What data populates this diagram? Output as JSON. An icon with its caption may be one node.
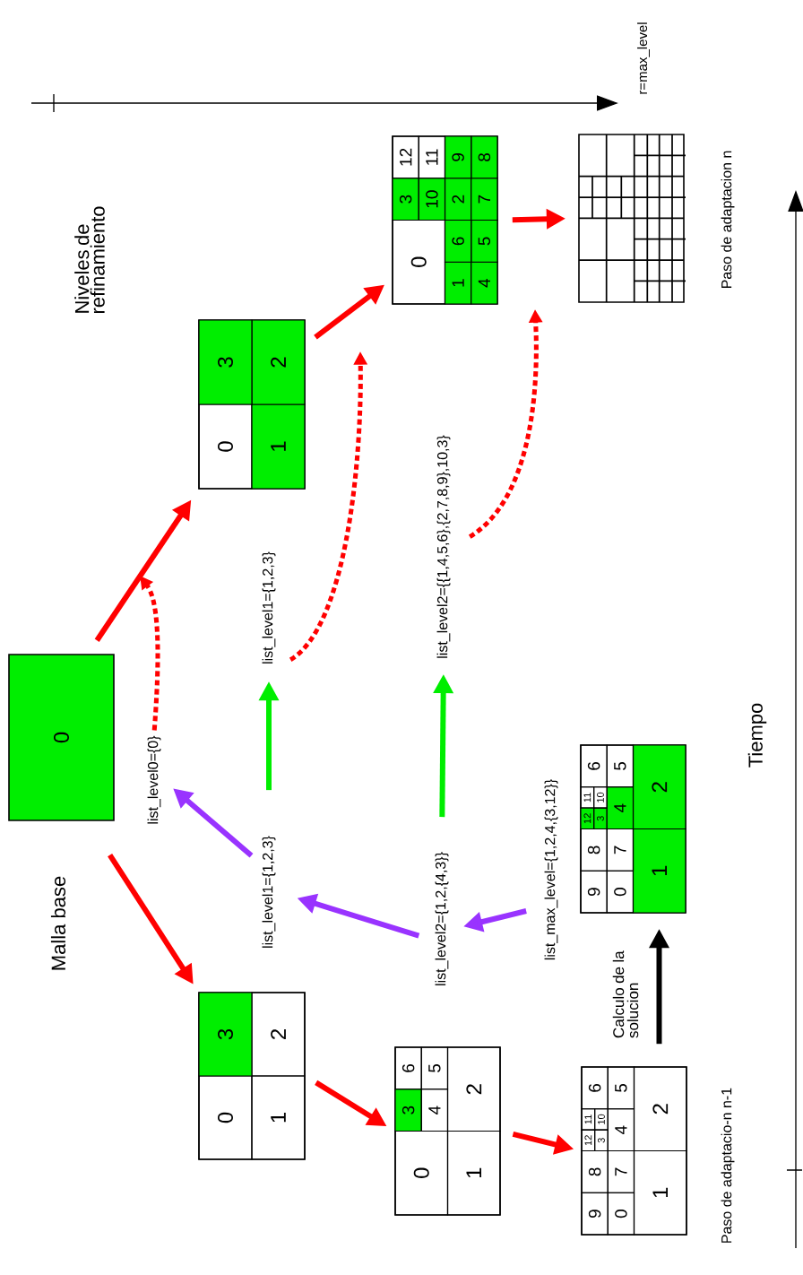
{
  "diagram": {
    "nodes": [
      {
        "text": [
          "0"
        ]
      },
      {
        "text": [],
        "shape": "box"
      },
      {
        "text": [
          "0"
        ],
        "in": 1
      },
      {
        "text": [
          "1"
        ],
        "in": 1
      },
      {
        "text": [
          "2"
        ],
        "in": 1
      },
      {
        "text": [
          "3"
        ],
        "in": 1
      },
      {
        "text": [],
        "shape": "box"
      },
      {
        "text": [
          "0"
        ],
        "in": 6
      },
      {
        "text": [
          "1"
        ],
        "in": 6
      },
      {
        "text": [
          "2"
        ],
        "in": 6
      },
      {
        "text": [
          "3"
        ],
        "in": 6
      },
      {
        "text": [],
        "shape": "box"
      },
      {
        "text": [
          "0"
        ],
        "in": 11
      },
      {
        "text": [
          "1"
        ],
        "in": 11
      },
      {
        "text": [
          "2"
        ],
        "in": 11
      },
      {
        "text": [
          "3"
        ],
        "in": 11
      },
      {
        "text": [
          "4"
        ],
        "in": 11
      },
      {
        "text": [
          "5"
        ],
        "in": 11
      },
      {
        "text": [
          "6"
        ],
        "in": 11
      },
      {
        "text": [],
        "shape": "box"
      },
      {
        "text": [
          "0"
        ],
        "in": 19
      },
      {
        "text": [
          "1"
        ],
        "in": 19
      },
      {
        "text": [
          "2"
        ],
        "in": 19
      },
      {
        "text": [
          "3"
        ],
        "in": 19
      },
      {
        "text": [
          "4"
        ],
        "in": 19
      },
      {
        "text": [
          "5"
        ],
        "in": 19
      },
      {
        "text": [
          "6"
        ],
        "in": 19
      },
      {
        "text": [
          "7"
        ],
        "in": 19
      },
      {
        "text": [
          "8"
        ],
        "in": 19
      },
      {
        "text": [
          "9"
        ],
        "in": 19
      },
      {
        "text": [
          "10"
        ],
        "in": 19
      },
      {
        "text": [
          "11"
        ],
        "in": 19
      },
      {
        "text": [
          "12"
        ],
        "in": 19
      },
      {
        "text": [],
        "shape": "box"
      },
      {
        "text": [
          "0"
        ],
        "in": 33
      },
      {
        "text": [
          "1"
        ],
        "in": 33
      },
      {
        "text": [
          "2"
        ],
        "in": 33
      },
      {
        "text": [
          "3"
        ],
        "in": 33
      },
      {
        "text": [
          "4"
        ],
        "in": 33
      },
      {
        "text": [
          "5"
        ],
        "in": 33
      },
      {
        "text": [
          "6"
        ],
        "in": 33
      },
      {
        "text": [
          "7"
        ],
        "in": 33
      },
      {
        "text": [
          "8"
        ],
        "in": 33
      },
      {
        "text": [
          "9"
        ],
        "in": 33
      },
      {
        "text": [
          "10"
        ],
        "in": 33
      },
      {
        "text": [
          "11"
        ],
        "in": 33
      },
      {
        "text": [
          "12"
        ],
        "in": 33
      },
      {
        "text": [],
        "shape": "box"
      },
      {
        "text": [
          "0"
        ],
        "in": 47
      },
      {
        "text": [
          "1"
        ],
        "in": 47
      },
      {
        "text": [
          "2"
        ],
        "in": 47
      },
      {
        "text": [
          "3"
        ],
        "in": 47
      },
      {
        "text": [
          "4"
        ],
        "in": 47
      },
      {
        "text": [
          "5"
        ],
        "in": 47
      },
      {
        "text": [
          "6"
        ],
        "in": 47
      },
      {
        "text": [
          "7"
        ],
        "in": 47
      },
      {
        "text": [
          "8"
        ],
        "in": 47
      },
      {
        "text": [
          "9"
        ],
        "in": 47
      },
      {
        "text": [
          "10"
        ],
        "in": 47
      },
      {
        "text": [
          "11"
        ],
        "in": 47
      },
      {
        "text": [
          "12"
        ],
        "in": 47
      },
      {
        "text": [],
        "shape": "box"
      },
      {
        "text": [
          "list_level0={0}"
        ]
      },
      {
        "text": [
          "list_level1={1,2,3}"
        ]
      },
      {
        "text": [
          "list_level2={1,2,{4,3}}"
        ]
      },
      {
        "text": [
          "list_max_level={1,2,4,{3,12}}"
        ]
      },
      {
        "text": [
          "list_level1={1,2,3}"
        ]
      },
      {
        "text": [
          "list_level2={{1,4,5,6},{2,7,8,9},10,3}"
        ]
      }
    ],
    "edges": [
      {
        "from": 0,
        "to": 1,
        "arrow": "to"
      },
      {
        "from": 1,
        "to": 11,
        "arrow": "to"
      },
      {
        "from": 11,
        "to": 33,
        "arrow": "to"
      },
      {
        "from": 0,
        "to": 6,
        "arrow": "to"
      },
      {
        "from": 6,
        "to": 19,
        "arrow": "to"
      },
      {
        "from": 19,
        "to": 61,
        "arrow": "to"
      },
      {
        "from": 33,
        "to": 47,
        "arrow": "to",
        "label": "Calculo de la solucion",
        "color": "#000000"
      },
      {
        "from": 65,
        "to": 64,
        "arrow": "to",
        "color": "#9933ff"
      },
      {
        "from": 64,
        "to": 63,
        "arrow": "to",
        "color": "#9933ff"
      },
      {
        "from": 63,
        "to": 62,
        "arrow": "to",
        "color": "#9933ff"
      },
      {
        "from": 63,
        "to": 66,
        "arrow": "to",
        "color": "#00ee00"
      },
      {
        "from": 64,
        "to": 67,
        "arrow": "to",
        "color": "#00ee00"
      },
      {
        "from": 62,
        "to": null,
        "arrow": "to",
        "style": "dashed"
      },
      {
        "from": 66,
        "to": null,
        "arrow": "to",
        "style": "dashed"
      },
      {
        "from": 67,
        "to": null,
        "arrow": "to",
        "style": "dashed"
      }
    ],
    "labels": [
      "Malla base",
      "Niveles de refinamiento",
      "r=max_level",
      "Paso de adaptacion n",
      "Tiempo",
      "Paso de adaptacio-n n-1"
    ]
  }
}
